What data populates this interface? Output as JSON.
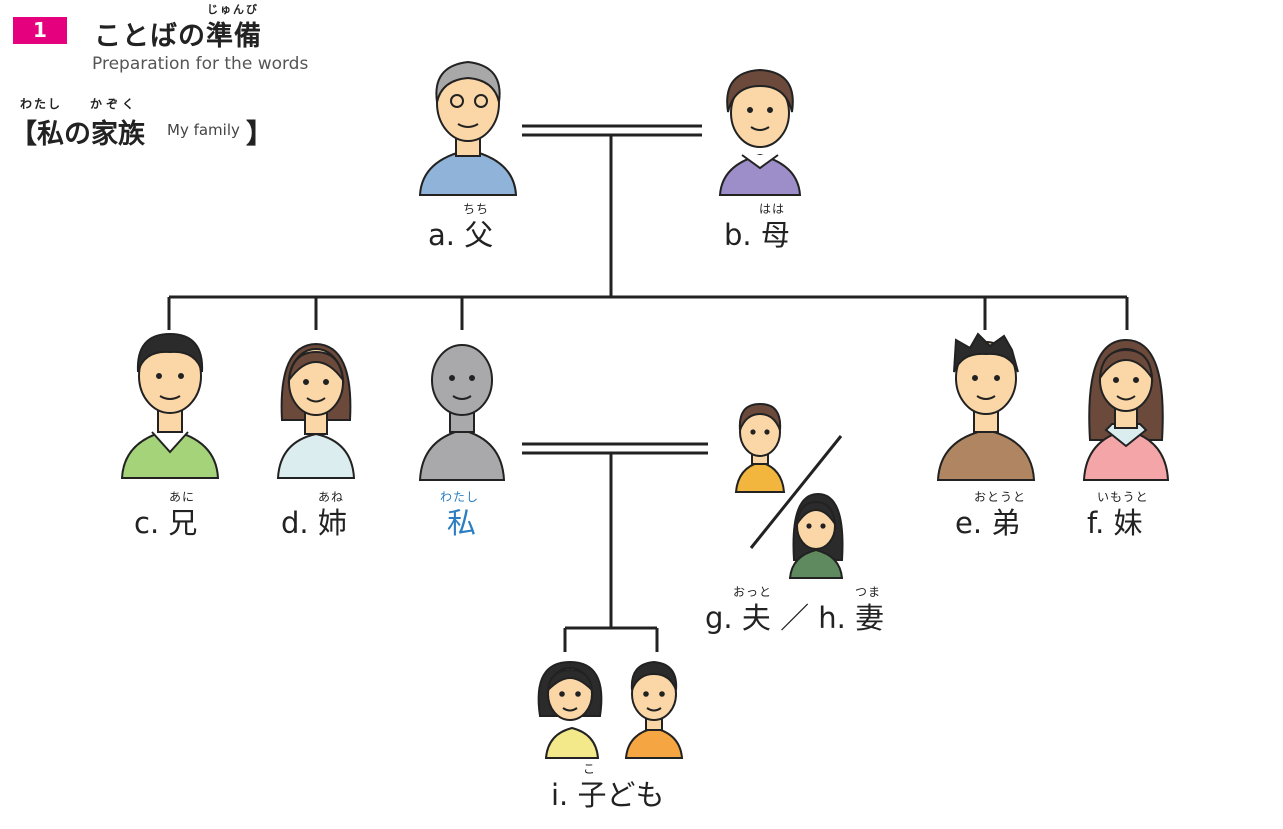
{
  "header": {
    "section_number": "1",
    "section_title": "ことばの準備",
    "section_title_ruby": "じゅんび",
    "section_subtitle": "Preparation for the words",
    "family_title": "【私の家族",
    "family_title_close": "】",
    "family_ruby_watashi": "わたし",
    "family_ruby_kazoku": "かぞく",
    "family_title_en": "My family"
  },
  "members": {
    "a": {
      "label": "a. 父",
      "ruby": "ちち",
      "shirt_color": "#8fb3d9"
    },
    "b": {
      "label": "b. 母",
      "ruby": "はは",
      "shirt_color": "#9d8ec9"
    },
    "c": {
      "label": "c. 兄",
      "ruby": "あに",
      "shirt_color": "#a4d37a"
    },
    "d": {
      "label": "d. 姉",
      "ruby": "あね",
      "shirt_color": "#dcedf0"
    },
    "me": {
      "label": "私",
      "ruby": "わたし",
      "shirt_color": "#a9a9ab"
    },
    "e": {
      "label": "e. 弟",
      "ruby": "おとうと",
      "shirt_color": "#b08662"
    },
    "f": {
      "label": "f. 妹",
      "ruby": "いもうと",
      "shirt_color": "#f4a5a8"
    },
    "gh": {
      "label": "g. 夫 ／ h. 妻",
      "ruby_g": "おっと",
      "ruby_h": "つま",
      "husband_shirt": "#f2b53d",
      "wife_shirt": "#5f8a5f"
    },
    "i": {
      "label": "i. 子ども",
      "ruby": "こ",
      "girl_shirt": "#f3e98a",
      "boy_shirt": "#f5a541"
    }
  },
  "colors": {
    "accent": "#e5007e",
    "me_label": "#2a7ec1",
    "skin": "#fbd7a8",
    "line": "#222222"
  }
}
